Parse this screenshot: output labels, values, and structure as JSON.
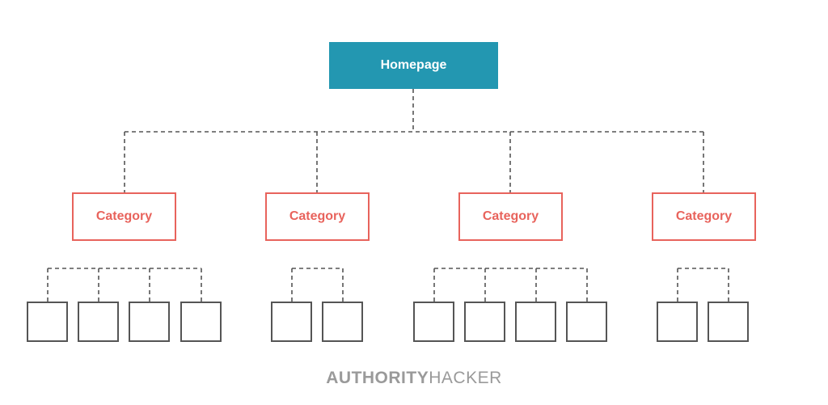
{
  "homepage": {
    "label": "Homepage",
    "color": "#2397b1"
  },
  "categories": [
    {
      "label": "Category",
      "subpages": 4
    },
    {
      "label": "Category",
      "subpages": 2
    },
    {
      "label": "Category",
      "subpages": 4
    },
    {
      "label": "Category",
      "subpages": 2
    }
  ],
  "category_color": "#e8635c",
  "connector_color": "#555555",
  "brand": {
    "part1": "AUTHORITY",
    "part2": "HACKER"
  }
}
